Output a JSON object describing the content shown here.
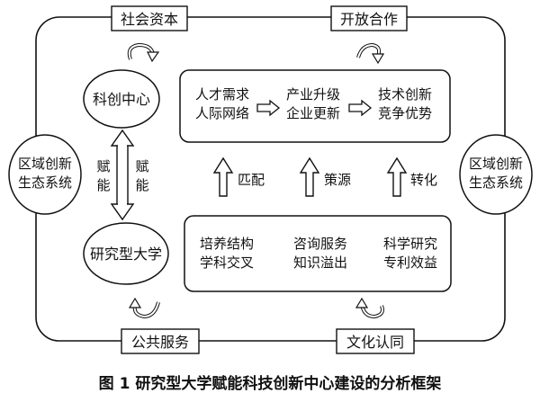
{
  "outer_labels": {
    "social_capital": "社会资本",
    "open_cooperation": "开放合作",
    "public_service": "公共服务",
    "culture_identity": "文化认同"
  },
  "ecosystem_left": [
    "区域创新",
    "生态系统"
  ],
  "ecosystem_right": [
    "区域创新",
    "生态系统"
  ],
  "sci_tech_center": "科创中心",
  "research_university": "研究型大学",
  "empower_left": [
    "赋",
    "能"
  ],
  "empower_right": [
    "赋",
    "能"
  ],
  "top_box": {
    "col1": [
      "人才需求",
      "人际网络"
    ],
    "col2": [
      "产业升级",
      "企业更新"
    ],
    "col3": [
      "技术创新",
      "竞争优势"
    ]
  },
  "bottom_box": {
    "col1": [
      "培养结构",
      "学科交叉"
    ],
    "col2": [
      "咨询服务",
      "知识溢出"
    ],
    "col3": [
      "科学研究",
      "专利效益"
    ]
  },
  "up_arrows": {
    "match": "匹配",
    "policy_source": "策源",
    "transform": "转化"
  },
  "caption": "图 1  研究型大学赋能科技创新中心建设的分析框架"
}
